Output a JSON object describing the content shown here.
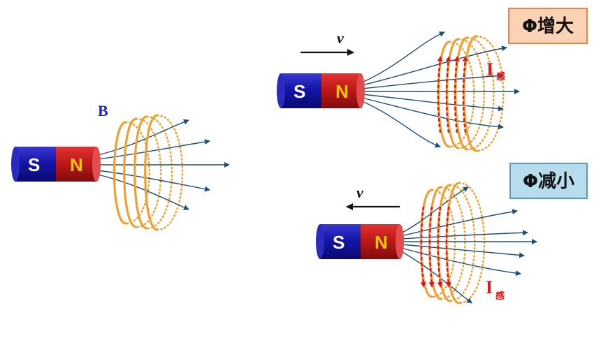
{
  "colors": {
    "magnet_s": "#1515a8",
    "magnet_n": "#c01818",
    "magnet_n_text": "#f5c400",
    "coil": "#f0a030",
    "field_line": "#1f4e79",
    "induced_arrow": "#d81818",
    "badge_increase_bg": "#fbd3b4",
    "badge_increase_border": "#e8864a",
    "badge_decrease_bg": "#b7dcec",
    "badge_decrease_border": "#5b9bb8",
    "b_label": "#2222cc"
  },
  "static_magnet": {
    "field_label": "B",
    "s_label": "S",
    "n_label": "N"
  },
  "approach_magnet": {
    "velocity_label": "v",
    "s_label": "S",
    "n_label": "N",
    "flux_badge": "Φ增大",
    "current_symbol": "I",
    "current_subscript": "感"
  },
  "retreat_magnet": {
    "velocity_label": "v",
    "s_label": "S",
    "n_label": "N",
    "flux_badge": "Φ减小",
    "current_symbol": "I",
    "current_subscript": "感"
  }
}
